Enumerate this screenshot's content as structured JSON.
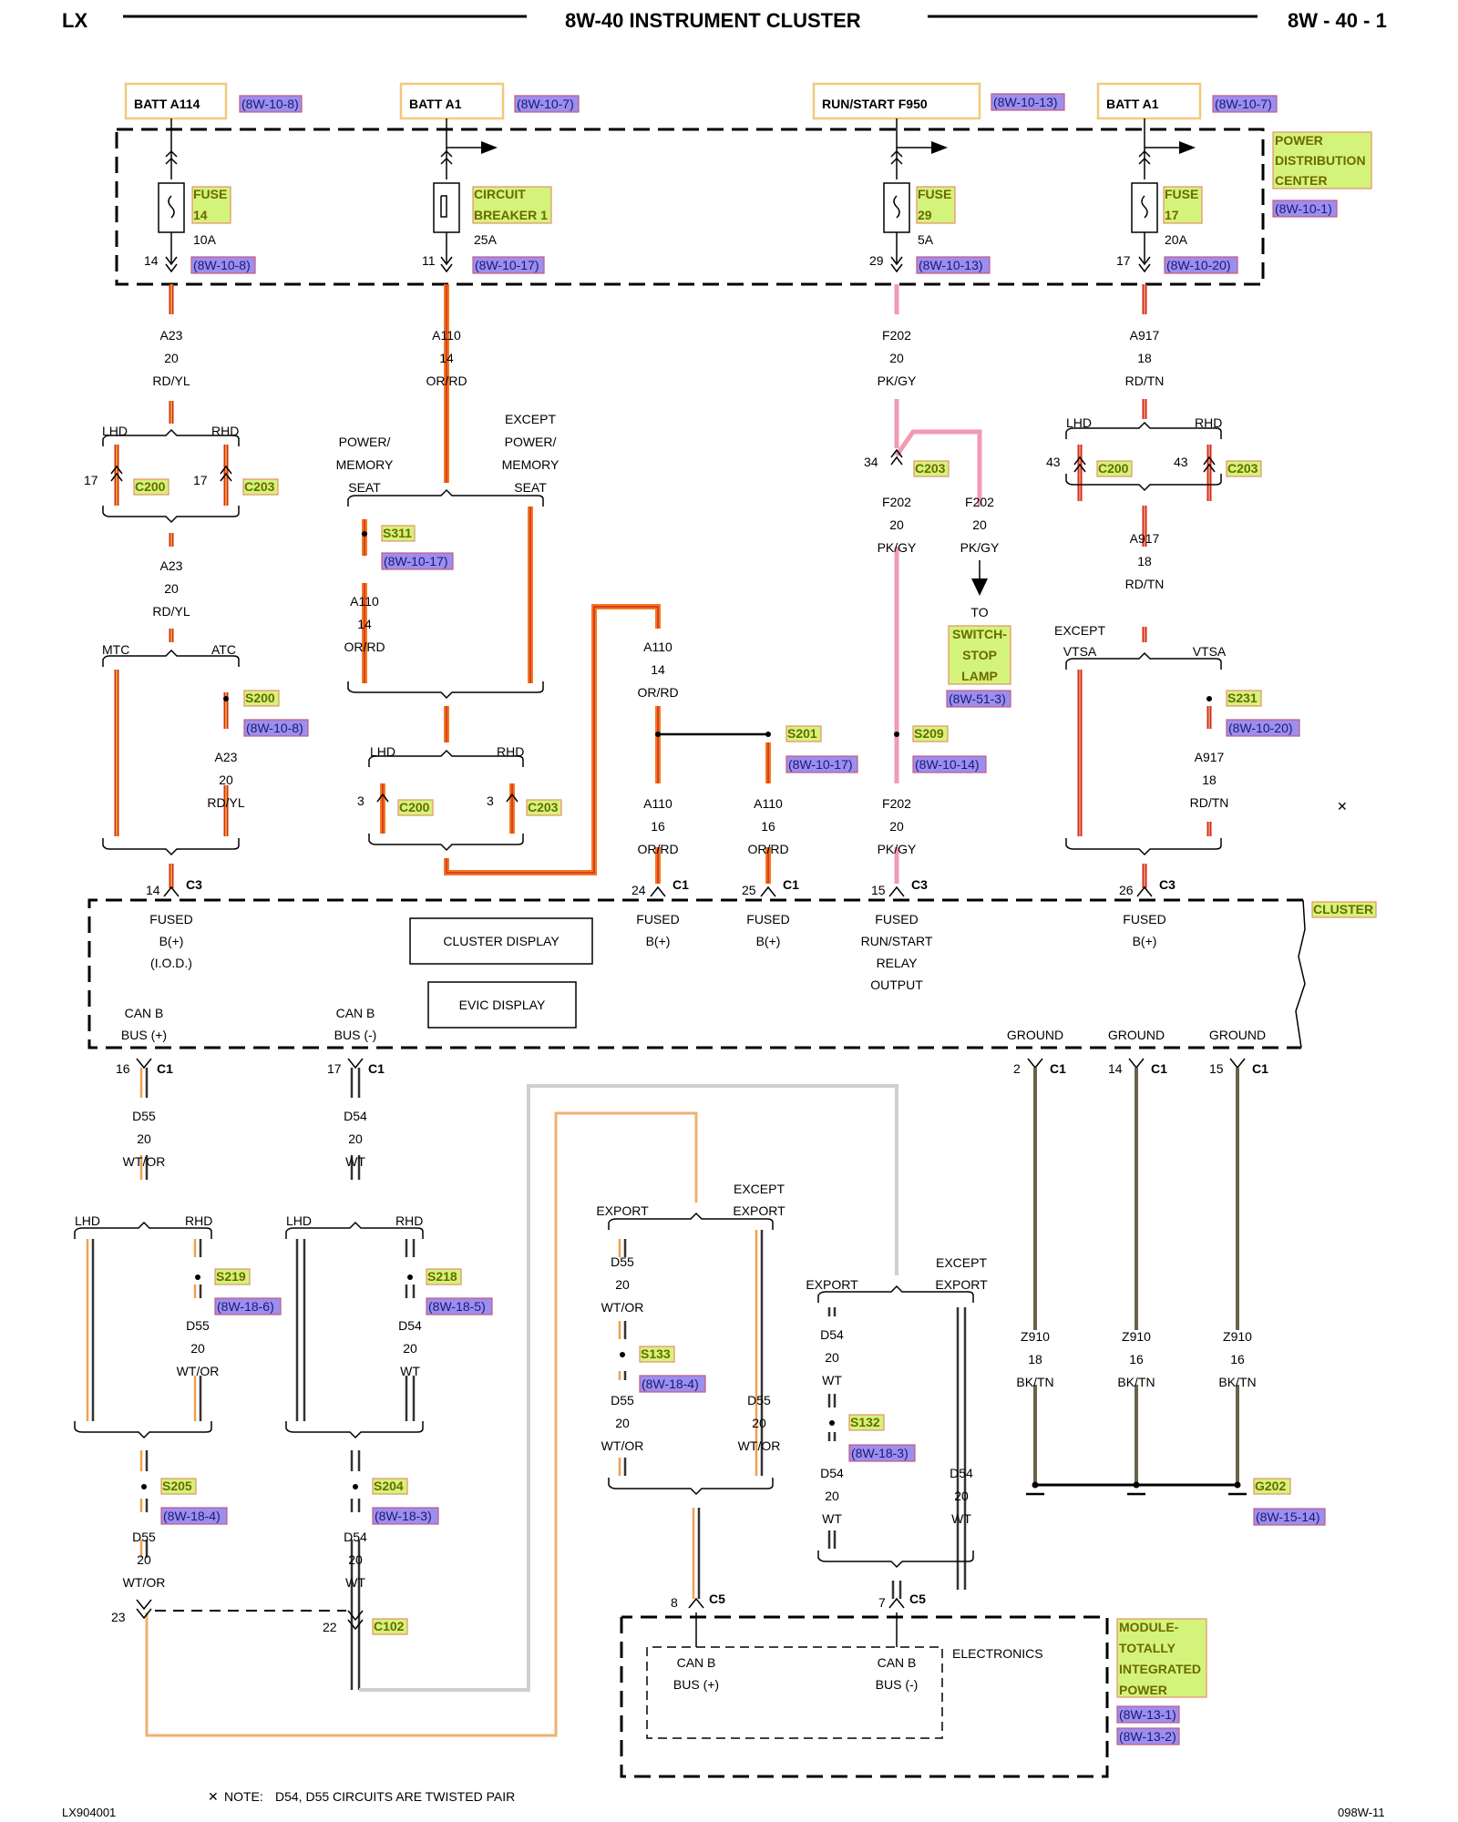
{
  "header": {
    "left": "LX",
    "title": "8W-40 INSTRUMENT CLUSTER",
    "right": "8W - 40 - 1"
  },
  "footer": {
    "left": "LX904001",
    "right": "098W-11",
    "note_label": "NOTE:",
    "note_text": "D54, D55  CIRCUITS ARE TWISTED PAIR"
  },
  "sources": {
    "s1": {
      "name": "BATT A114",
      "ref": "(8W-10-8)"
    },
    "s2": {
      "name": "BATT A1",
      "ref": "(8W-10-7)"
    },
    "s3": {
      "name": "RUN/START F950",
      "ref": "(8W-10-13)"
    },
    "s4": {
      "name": "BATT A1",
      "ref": "(8W-10-7)"
    }
  },
  "pdc": {
    "line1": "POWER",
    "line2": "DISTRIBUTION",
    "line3": "CENTER",
    "ref": "(8W-10-1)"
  },
  "fuses": {
    "f1": {
      "l1": "FUSE",
      "l2": "14",
      "amp": "10A",
      "pin": "14",
      "ref": "(8W-10-8)"
    },
    "f2": {
      "l1": "CIRCUIT",
      "l2": "BREAKER 1",
      "amp": "25A",
      "pin": "11",
      "ref": "(8W-10-17)"
    },
    "f3": {
      "l1": "FUSE",
      "l2": "29",
      "amp": "5A",
      "pin": "29",
      "ref": "(8W-10-13)"
    },
    "f4": {
      "l1": "FUSE",
      "l2": "17",
      "amp": "20A",
      "pin": "17",
      "ref": "(8W-10-20)"
    }
  },
  "wires": {
    "a23": {
      "id": "A23",
      "gauge": "20",
      "color": "RD/YL"
    },
    "a110_14": {
      "id": "A110",
      "gauge": "14",
      "color": "OR/RD"
    },
    "a110_16": {
      "id": "A110",
      "gauge": "16",
      "color": "OR/RD"
    },
    "f202": {
      "id": "F202",
      "gauge": "20",
      "color": "PK/GY"
    },
    "a917": {
      "id": "A917",
      "gauge": "18",
      "color": "RD/TN"
    },
    "d55": {
      "id": "D55",
      "gauge": "20",
      "color": "WT/OR"
    },
    "d54": {
      "id": "D54",
      "gauge": "20",
      "color": "WT"
    },
    "z910_18": {
      "id": "Z910",
      "gauge": "18",
      "color": "BK/TN"
    },
    "z910_16": {
      "id": "Z910",
      "gauge": "16",
      "color": "BK/TN"
    }
  },
  "options": {
    "lhd": "LHD",
    "rhd": "RHD",
    "mtc": "MTC",
    "atc": "ATC",
    "pm1": "POWER/",
    "pm2": "MEMORY",
    "pm3": "SEAT",
    "epm0": "EXCEPT",
    "epm1": "POWER/",
    "epm2": "MEMORY",
    "epm3": "SEAT",
    "except": "EXCEPT",
    "vtsa": "VTSA",
    "export": "EXPORT"
  },
  "connectors": {
    "c200": "C200",
    "c203": "C203",
    "c1": "C1",
    "c3": "C3",
    "c5": "C5",
    "c102": "C102",
    "p17": "17",
    "p34": "34",
    "p43": "43",
    "p3": "3",
    "p14": "14",
    "p24": "24",
    "p25": "25",
    "p15": "15",
    "p26": "26",
    "p16": "16",
    "p17b": "17",
    "p2": "2",
    "p8": "8",
    "p7": "7",
    "p23": "23",
    "p22": "22"
  },
  "splices": {
    "s311": {
      "id": "S311",
      "ref": "(8W-10-17)"
    },
    "s200": {
      "id": "S200",
      "ref": "(8W-10-8)"
    },
    "s201": {
      "id": "S201",
      "ref": "(8W-10-17)"
    },
    "s209": {
      "id": "S209",
      "ref": "(8W-10-14)"
    },
    "s231": {
      "id": "S231",
      "ref": "(8W-10-20)"
    },
    "s219": {
      "id": "S219",
      "ref": "(8W-18-6)"
    },
    "s218": {
      "id": "S218",
      "ref": "(8W-18-5)"
    },
    "s205": {
      "id": "S205",
      "ref": "(8W-18-4)"
    },
    "s204": {
      "id": "S204",
      "ref": "(8W-18-3)"
    },
    "s133": {
      "id": "S133",
      "ref": "(8W-18-4)"
    },
    "s132": {
      "id": "S132",
      "ref": "(8W-18-3)"
    },
    "g202": {
      "id": "G202",
      "ref": "(8W-15-14)"
    }
  },
  "stop_lamp": {
    "to": "TO",
    "l1": "SWITCH-",
    "l2": "STOP",
    "l3": "LAMP",
    "ref": "(8W-51-3)"
  },
  "cluster": {
    "name": "CLUSTER",
    "display1": "CLUSTER DISPLAY",
    "display2": "EVIC DISPLAY",
    "fused": "FUSED",
    "bplus": "B(+)",
    "iod": "(I.O.D.)",
    "runstart": "RUN/START",
    "relay": "RELAY",
    "output": "OUTPUT",
    "canb": "CAN B",
    "busplus": "BUS (+)",
    "busminus": "BUS (-)",
    "ground": "GROUND"
  },
  "tipm": {
    "l1": "MODULE-",
    "l2": "TOTALLY",
    "l3": "INTEGRATED",
    "l4": "POWER",
    "ref1": "(8W-13-1)",
    "ref2": "(8W-13-2)",
    "electronics": "ELECTRONICS",
    "canb": "CAN B",
    "busplus": "BUS (+)",
    "busminus": "BUS (-)"
  },
  "colors": {
    "red": "#d62a1c",
    "yellow": "#f0c020",
    "orange": "#f07a22",
    "pink": "#f29ab4",
    "brownish": "#6b6248",
    "gray": "#d0d0d0"
  }
}
